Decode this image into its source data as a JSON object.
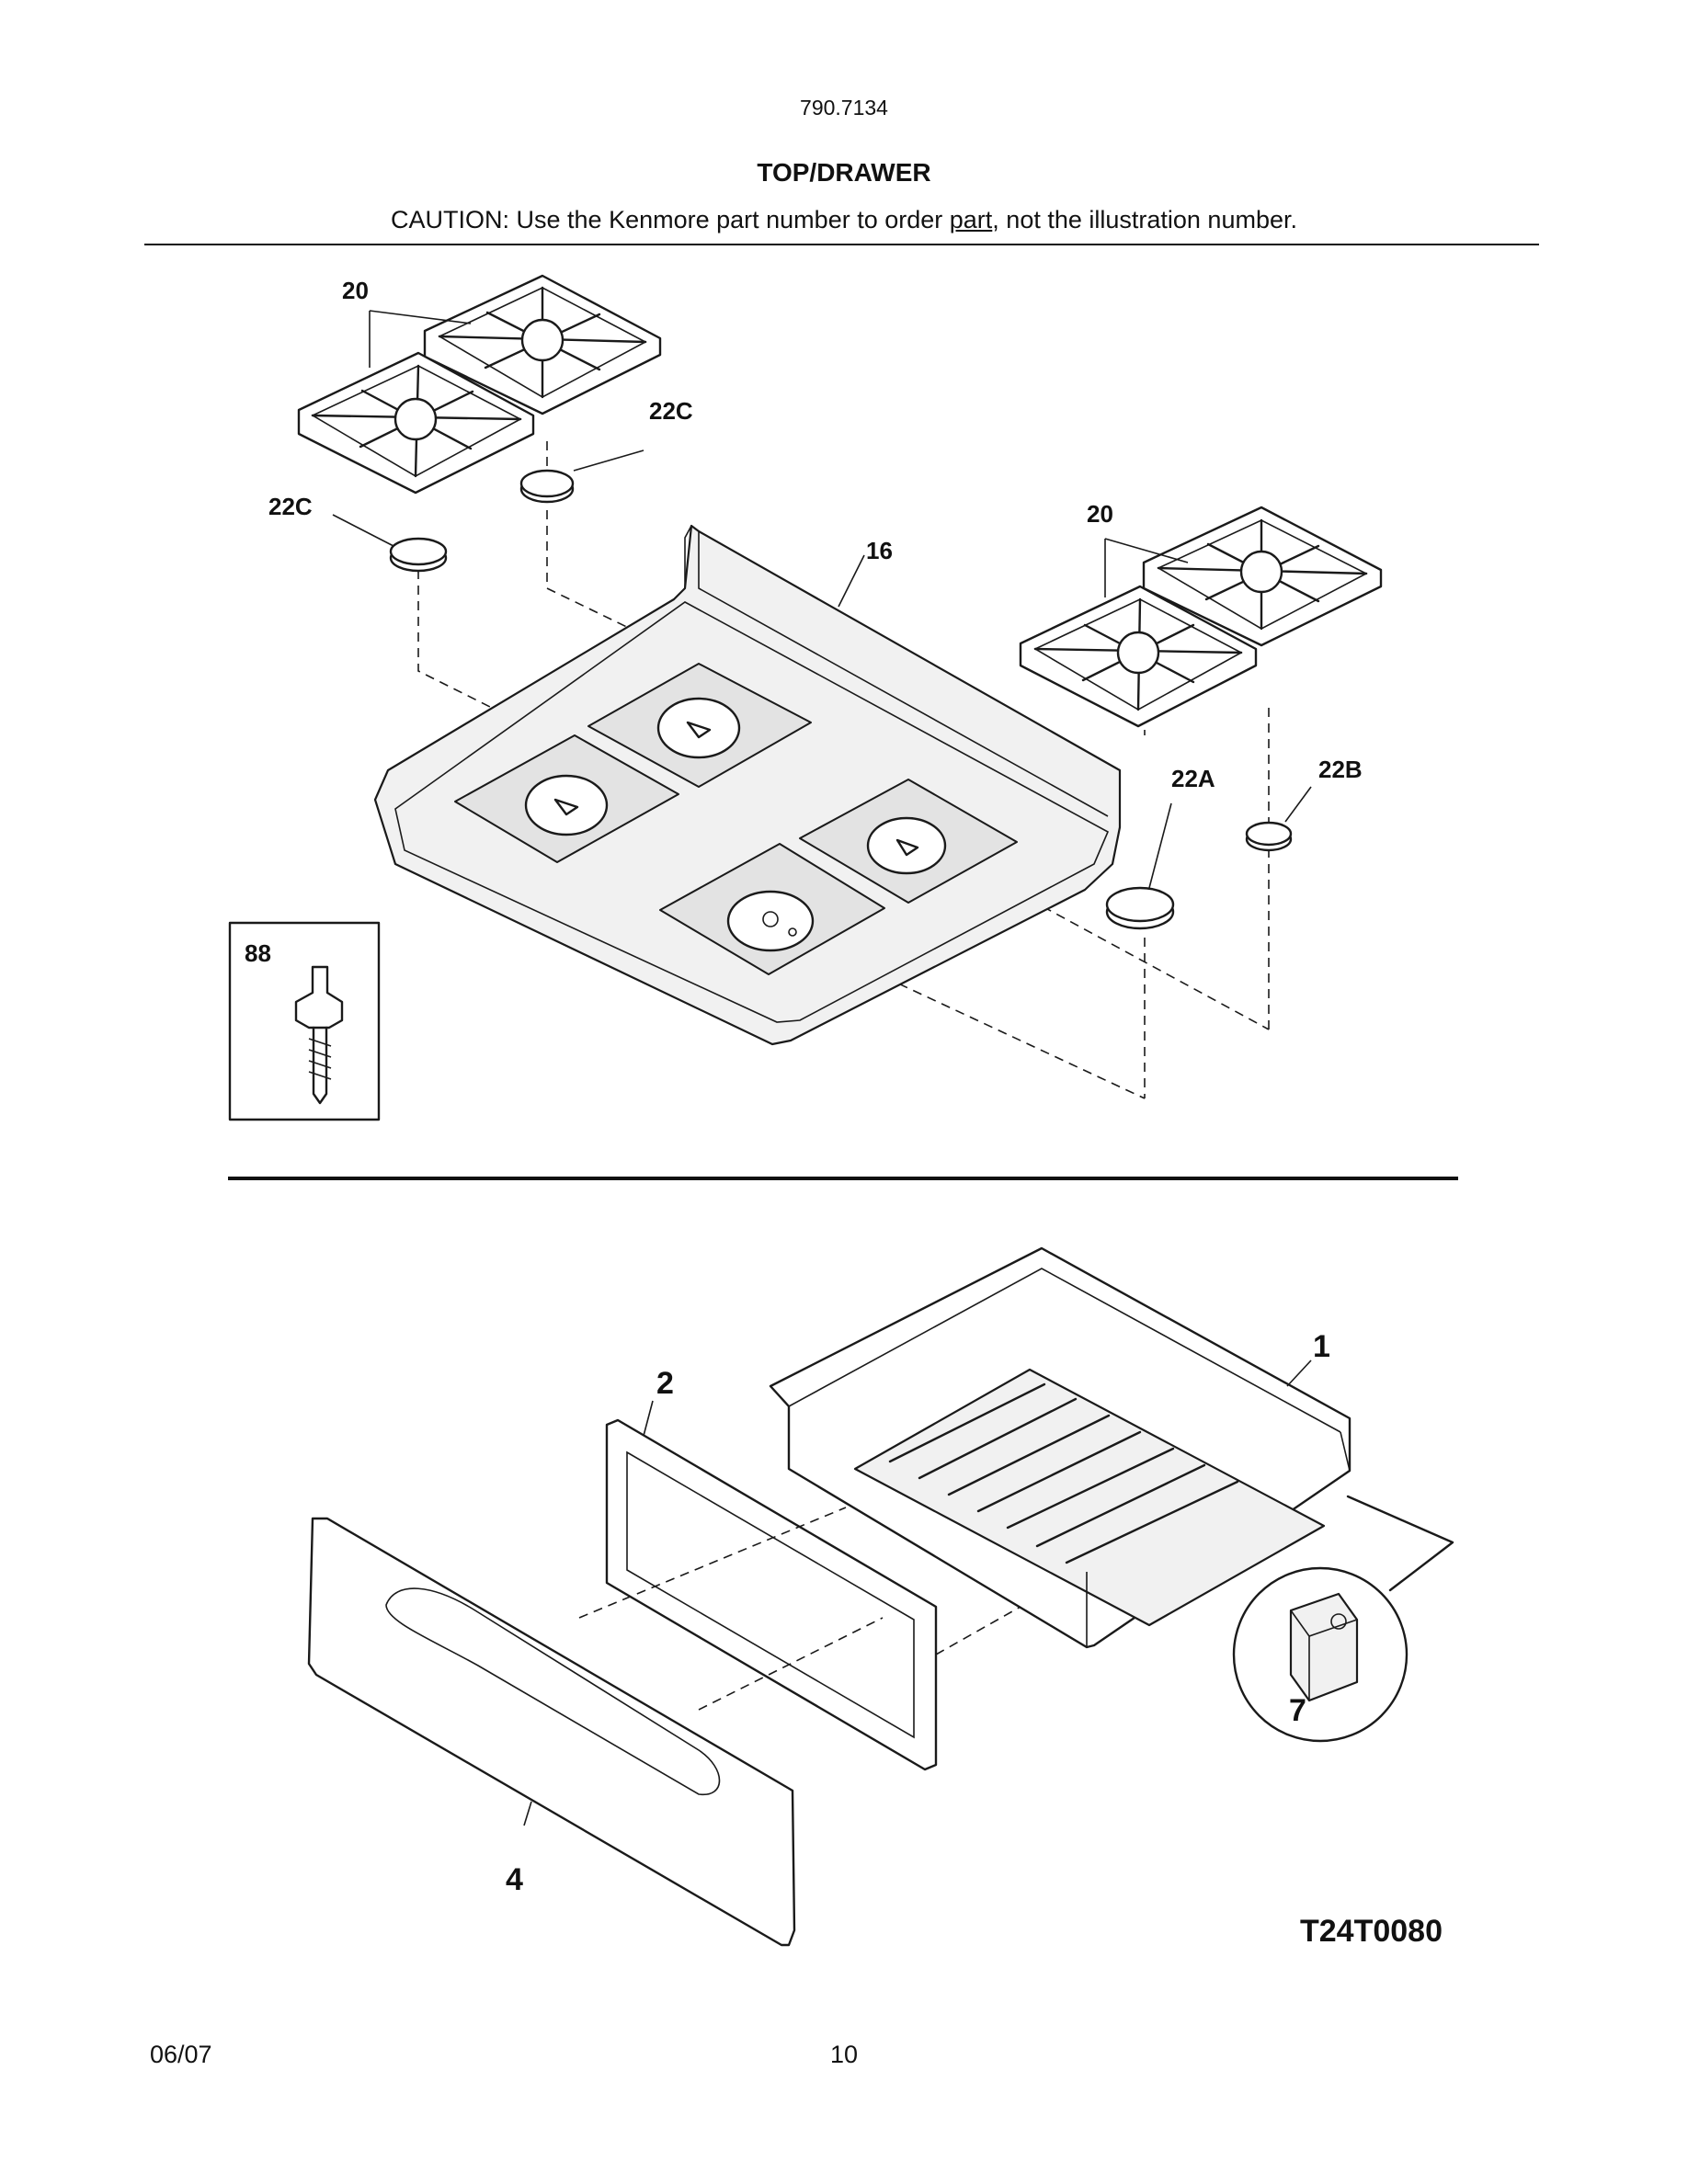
{
  "header": {
    "model_number": "790.7134",
    "section_title": "TOP/DRAWER",
    "caution_prefix": "CAUTION: Use the Kenmore part number to order ",
    "caution_link": "part",
    "caution_suffix": ", not the illustration number."
  },
  "callouts": {
    "grate_left": "20",
    "grate_right": "20",
    "cap_left_upper": "22C",
    "cap_left_lower": "22C",
    "cooktop": "16",
    "cap_large": "22A",
    "cap_small": "22B",
    "screw": "88",
    "drawer_body": "1",
    "drawer_frame": "2",
    "drawer_front": "4",
    "clip": "7"
  },
  "figure_code": "T24T0080",
  "footer": {
    "date": "06/07",
    "page_number": "10"
  },
  "colors": {
    "ink": "#1a1a1a",
    "surface": "#f1f1f1",
    "background": "#ffffff"
  }
}
